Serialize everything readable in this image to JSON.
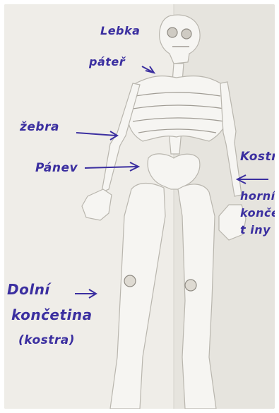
{
  "photo": {
    "subject": "paper cut-out human skeleton with handwritten Czech labels",
    "ink_color": "#3b2fa0",
    "paper_color": "#f1efea",
    "background_color": "#e9e7e1"
  },
  "labels": {
    "lebka": "Lebka",
    "pater": "páteř",
    "zebra": "žebra",
    "panev": "Pánev",
    "kostra_line1": "Kostra",
    "kostra_line2": "horní",
    "kostra_line3": "konče",
    "kostra_line4": "t iny",
    "dolni_line1": "Dolní",
    "dolni_line2": "končetina",
    "dolni_line3": "(kostra)"
  }
}
